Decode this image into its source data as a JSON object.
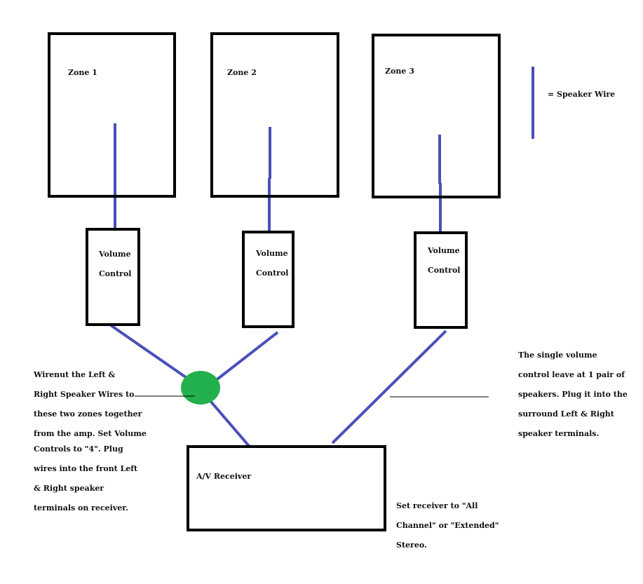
{
  "zones": [
    {
      "label": "Zone 1"
    },
    {
      "label": "Zone 2"
    },
    {
      "label": "Zone 3"
    }
  ],
  "volume_controls": [
    {
      "line1": "Volume",
      "line2": "Control"
    },
    {
      "line1": "Volume",
      "line2": "Control"
    },
    {
      "line1": "Volume",
      "line2": "Control"
    }
  ],
  "legend": {
    "label": "= Speaker Wire",
    "color": "#4a4fb8"
  },
  "receiver": {
    "label": "A/V Receiver"
  },
  "wirenut": {
    "color": "#22b14c"
  },
  "notes": {
    "left": [
      "Wirenut the Left &",
      "Right Speaker Wires to",
      "these two zones together",
      "from the amp.  Set Volume",
      " Controls to \"4\". Plug",
      " wires into the front Left",
      " & Right speaker",
      " terminals on receiver."
    ],
    "right": [
      "The single volume",
      "control leave at 1 pair of",
      "speakers. Plug it into the",
      "surround Left  & Right",
      "speaker terminals."
    ],
    "receiver_setting": [
      "Set receiver to \"All",
      "Channel\" or \"Extended\"",
      "Stereo."
    ]
  }
}
